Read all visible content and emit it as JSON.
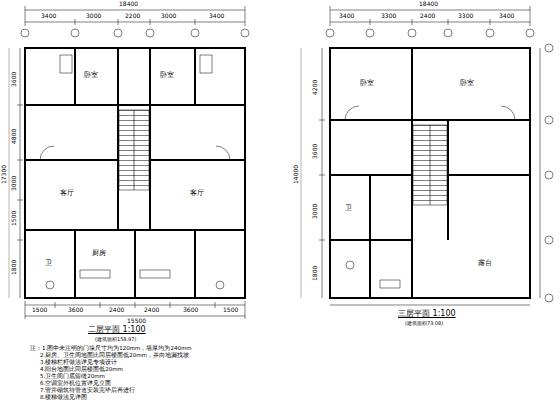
{
  "diagram": {
    "labels": [
      "18400",
      "3400",
      "3000",
      "2200",
      "3000",
      "3400",
      "18400",
      "3400",
      "3300",
      "2400",
      "3300",
      "3400",
      "17300",
      "3600",
      "4800",
      "3000",
      "1500",
      "1800",
      "14000",
      "4200",
      "3600",
      "3000",
      "1800",
      "1500",
      "3600",
      "2400",
      "2400",
      "3600",
      "1500",
      "15500",
      "二层平面 1:100",
      "(建筑面积158.97)",
      "三层平面 1:100",
      "(建筑面积73.08)",
      "注：1.图中未注明的门垛尺寸均为120mm，墙厚均为240mm",
      "2.厨房、卫生间地面比同层楼面低20mm，并向地漏找坡",
      "3.楼梯栏杆做法详见专项设计",
      "4.阳台地面比同层楼面低20mm",
      "5.卫生间门底留缝20mm",
      "6.空调室外机位置详见立面",
      "7.管井砌筑待管道安装完毕后再进行",
      "8.楼梯做法见详图",
      "卧室",
      "卧室",
      "客厅",
      "客厅",
      "卫",
      "厨房",
      "卧室",
      "卧室",
      "露台",
      "卫"
    ]
  }
}
